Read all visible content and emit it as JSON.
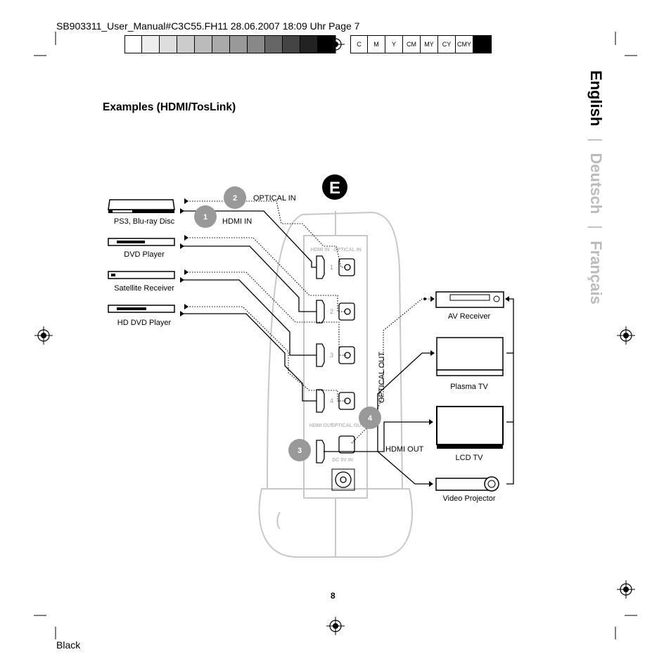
{
  "header": {
    "print_line": "SB903311_User_Manual#C3C55.FH11 28.06.2007 18:09 Uhr Page 7",
    "cmyk_labels": [
      "C",
      "M",
      "Y",
      "CM",
      "MY",
      "CY",
      "CMY"
    ],
    "gray_swatches": [
      "#ffffff",
      "#eeeeee",
      "#dddddd",
      "#cccccc",
      "#bbbbbb",
      "#aaaaaa",
      "#999999",
      "#888888",
      "#666666",
      "#444444",
      "#222222",
      "#000000"
    ]
  },
  "section_title": "Examples (HDMI/TosLink)",
  "languages": {
    "active": "English",
    "separator": "|",
    "others": [
      "Deutsch",
      "Français"
    ]
  },
  "figure": {
    "badge": "E",
    "callouts": [
      {
        "num": "1",
        "label": "HDMI IN"
      },
      {
        "num": "2",
        "label": "OPTICAL IN"
      },
      {
        "num": "3",
        "label": ""
      },
      {
        "num": "4",
        "label": ""
      }
    ],
    "sources": [
      "PS3, Blu-ray Disc",
      "DVD Player",
      "Satellite Receiver",
      "HD DVD Player"
    ],
    "outputs": [
      "AV Receiver",
      "Plasma TV",
      "LCD TV",
      "Video Projector"
    ],
    "device_panel": {
      "hdmi_in": "HDMI IN",
      "optical_in": "OPTICAL IN",
      "ports": [
        "1",
        "2",
        "3",
        "4"
      ],
      "hdmi_out": "HDMI OUT",
      "optical_out": "OPTICAL OUT",
      "dc_in": "DC 5V IN"
    },
    "optical_out_label": "OPTICAL OUT",
    "hdmi_out_label": "HDMI OUT"
  },
  "page_number": "8",
  "footer": "Black"
}
